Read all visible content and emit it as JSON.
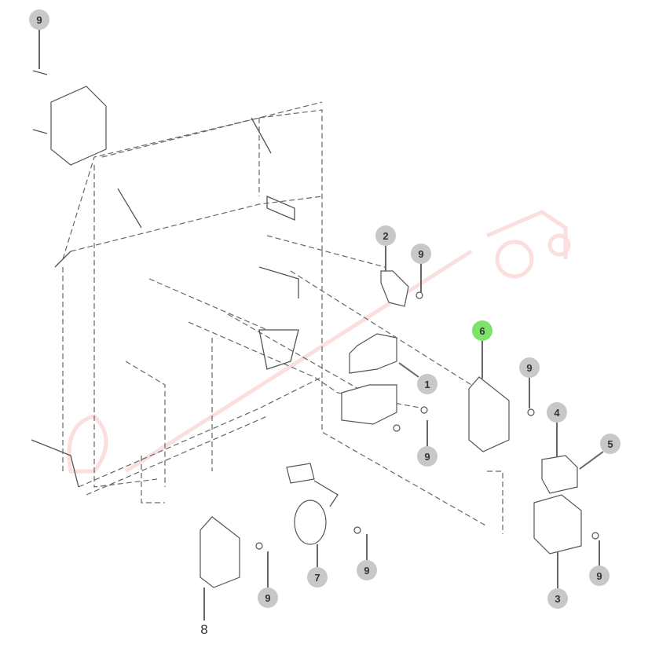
{
  "diagram": {
    "callouts": [
      {
        "id": "c9a",
        "label": "9"
      },
      {
        "id": "c2",
        "label": "2"
      },
      {
        "id": "c9b",
        "label": "9"
      },
      {
        "id": "c6",
        "label": "6",
        "highlighted": true
      },
      {
        "id": "c9c",
        "label": "9"
      },
      {
        "id": "c1",
        "label": "1"
      },
      {
        "id": "c9d",
        "label": "9"
      },
      {
        "id": "c4",
        "label": "4"
      },
      {
        "id": "c5",
        "label": "5"
      },
      {
        "id": "c3",
        "label": "3"
      },
      {
        "id": "c9e",
        "label": "9"
      },
      {
        "id": "c7",
        "label": "7"
      },
      {
        "id": "c9f",
        "label": "9"
      },
      {
        "id": "c9g",
        "label": "9"
      },
      {
        "id": "c8",
        "label": "8"
      }
    ],
    "highlight_color": "#7de36b",
    "callout_color": "#c8c8c8"
  }
}
